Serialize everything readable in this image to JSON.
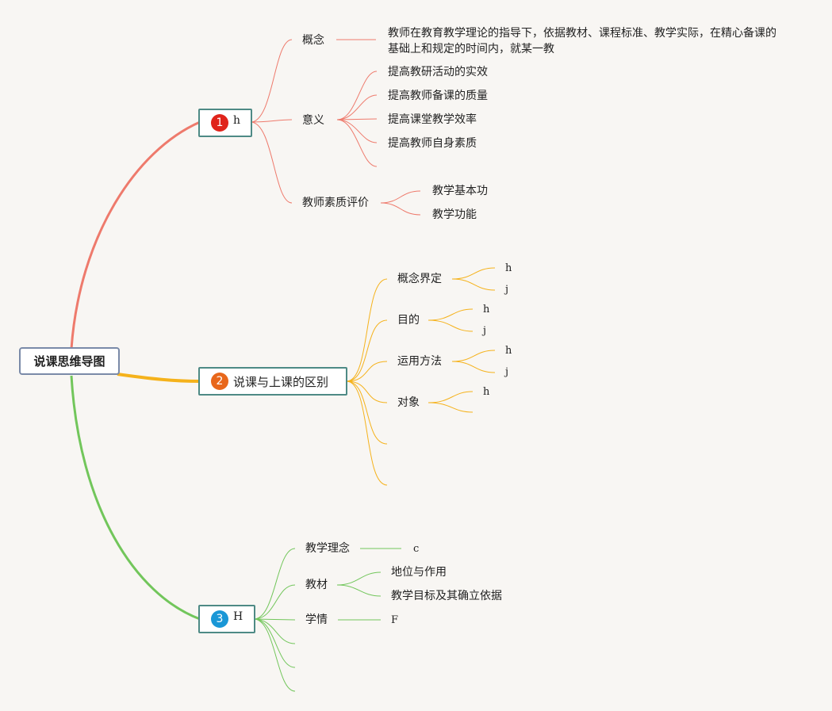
{
  "root": {
    "label": "说课思维导图"
  },
  "colors": {
    "branch1": "#ee7a6c",
    "branch2": "#f5b21b",
    "branch3": "#72c65b",
    "badge1": "#e0241b",
    "badge2": "#e8671b",
    "badge3": "#1a97d6"
  },
  "branches": [
    {
      "badge": "1",
      "label": "h",
      "children": [
        {
          "label": "概念",
          "detail": "教师在教育教学理论的指导下，依据教材、课程标准、教学实际，在精心备课的基础上和规定的时间内，就某一教"
        },
        {
          "label": "意义",
          "items": [
            "提高教研活动的实效",
            "提高教师备课的质量",
            "提高课堂教学效率",
            "提高教师自身素质"
          ]
        },
        {
          "label": "教师素质评价",
          "items": [
            "教学基本功",
            "教学功能"
          ]
        }
      ]
    },
    {
      "badge": "2",
      "label": "说课与上课的区别",
      "children": [
        {
          "label": "概念界定",
          "items": [
            "h",
            "j"
          ]
        },
        {
          "label": "目的",
          "items": [
            "h",
            "j"
          ]
        },
        {
          "label": "运用方法",
          "items": [
            "h",
            "j"
          ]
        },
        {
          "label": "对象",
          "items": [
            "h"
          ]
        }
      ]
    },
    {
      "badge": "3",
      "label": "H",
      "children": [
        {
          "label": "教学理念",
          "items": [
            "c"
          ]
        },
        {
          "label": "教材",
          "items": [
            "地位与作用",
            "教学目标及其确立依据"
          ]
        },
        {
          "label": "学情",
          "items": [
            "F"
          ]
        }
      ]
    }
  ]
}
